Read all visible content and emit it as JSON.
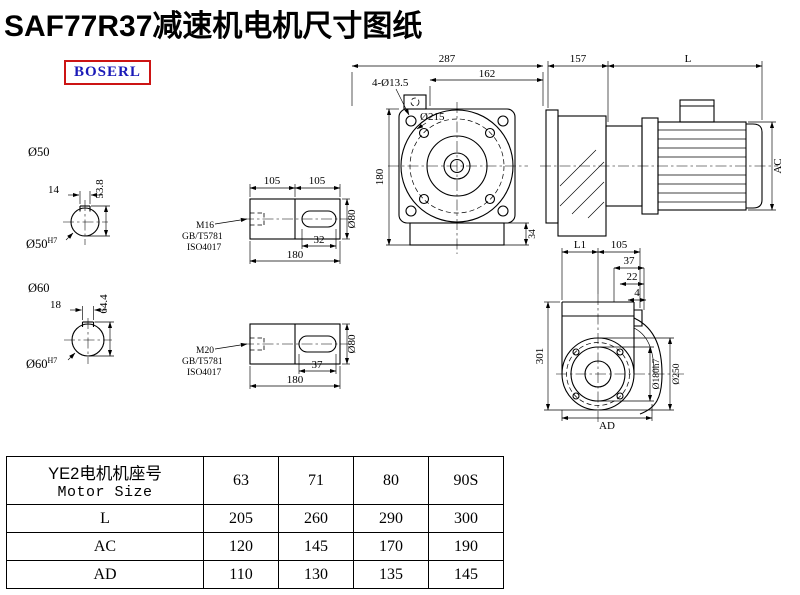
{
  "title": "SAF77R37减速机电机尺寸图纸",
  "logo": "BOSERL",
  "colors": {
    "background": "#ffffff",
    "line": "#000000",
    "logo_border": "#cc1414",
    "logo_text": "#1a1ab8"
  },
  "front_view": {
    "width_total": "287",
    "width_flange": "162",
    "bolt_holes": "4-Ø13.5",
    "flange_dia": "Ø215",
    "height": "180",
    "foot": "34"
  },
  "side_view": {
    "gearbox_len": "157",
    "motor_len": "L",
    "motor_height": "AC"
  },
  "shaft50": {
    "dia_label": "Ø50",
    "key_width": "14",
    "key_height": "53.8",
    "fit": "Ø50",
    "fit_tol": "H7"
  },
  "shaft60": {
    "dia_label": "Ø60",
    "key_width": "18",
    "key_height": "64.4",
    "fit": "Ø60",
    "fit_tol": "H7"
  },
  "shaft_top": {
    "len1": "105",
    "len2": "105",
    "key_len": "32",
    "total_len": "180",
    "dia": "Ø80",
    "thread": "M16",
    "std1": "GB/T5781",
    "std2": "ISO4017"
  },
  "shaft_bottom": {
    "key_len": "37",
    "total_len": "180",
    "dia": "Ø80",
    "thread": "M20",
    "std1": "GB/T5781",
    "std2": "ISO4017"
  },
  "output_view": {
    "l1": "L1",
    "d105": "105",
    "d37": "37",
    "d22": "22",
    "d4": "4",
    "height": "301",
    "spigot_dia": "Ø180h7",
    "flange_dia": "Ø250",
    "width": "AD"
  },
  "table": {
    "header_cn": "YE2电机机座号",
    "header_en": "Motor Size",
    "sizes": [
      "63",
      "71",
      "80",
      "90S"
    ],
    "rows": [
      {
        "label": "L",
        "values": [
          "205",
          "260",
          "290",
          "300"
        ]
      },
      {
        "label": "AC",
        "values": [
          "120",
          "145",
          "170",
          "190"
        ]
      },
      {
        "label": "AD",
        "values": [
          "110",
          "130",
          "135",
          "145"
        ]
      }
    ]
  }
}
